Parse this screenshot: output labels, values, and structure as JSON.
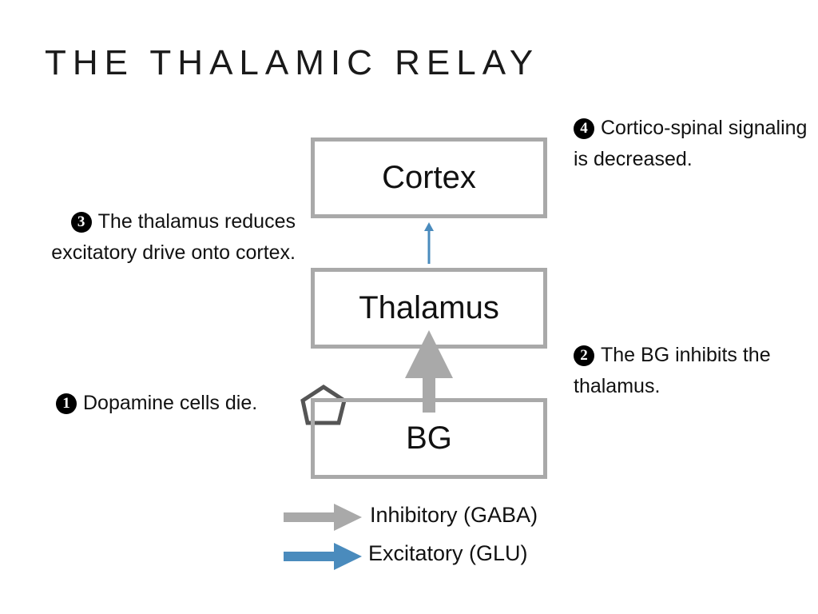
{
  "title": "THE THALAMIC RELAY",
  "boxes": {
    "cortex": "Cortex",
    "thalamus": "Thalamus",
    "bg": "BG"
  },
  "notes": [
    {
      "marker": "1",
      "text": "Dopamine cells die."
    },
    {
      "marker": "2",
      "text": "The BG inhibits the thalamus."
    },
    {
      "marker": "3",
      "text": "The thalamus reduces excitatory drive onto cortex."
    },
    {
      "marker": "4",
      "text": "Cortico-spinal signaling is decreased."
    }
  ],
  "legend": {
    "inhibitory": "Inhibitory (GABA)",
    "excitatory": "Excitatory (GLU)"
  },
  "colors": {
    "inhibitory": "#a9a9a9",
    "excitatory": "#4a8bbd",
    "box_border": "#a9a9a9",
    "dopamine_pentagon": "#555555"
  }
}
